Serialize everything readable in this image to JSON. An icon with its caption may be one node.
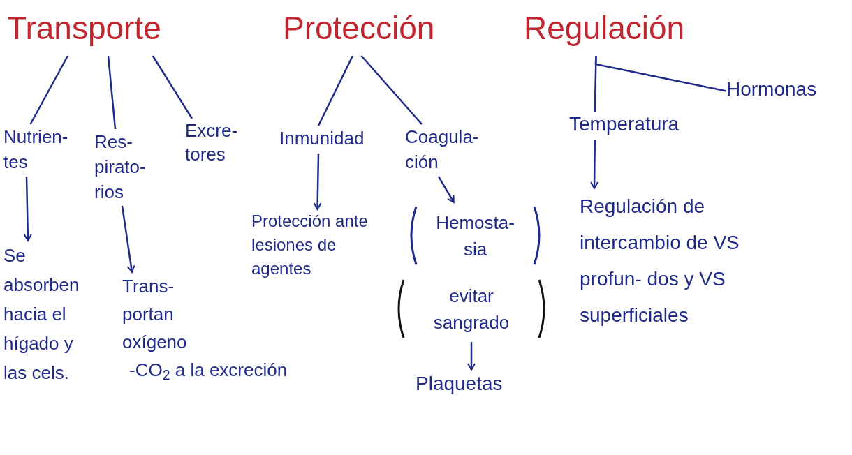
{
  "diagram": {
    "nodes": [
      {
        "text": [
          "Transporte"
        ]
      },
      {
        "text": [
          "Protección"
        ]
      },
      {
        "text": [
          "Regulación"
        ]
      },
      {
        "text": [
          "Nutrien- tes"
        ]
      },
      {
        "text": [
          "Res- pirato- rios"
        ]
      },
      {
        "text": [
          "Excre- tores"
        ]
      },
      {
        "text": [
          "Inmunidad"
        ]
      },
      {
        "text": [
          "Coagula- ción"
        ]
      },
      {
        "text": [
          "Temperatura"
        ]
      },
      {
        "text": [
          "Hormonas"
        ]
      },
      {
        "text": [
          "Se absorben hacia el hígado y las cels."
        ]
      },
      {
        "text": [
          "Trans- portan oxígeno",
          "-CO$_{2}$ a la excreción"
        ]
      },
      {
        "text": [
          "Protección ante lesiones de agentes"
        ]
      },
      {
        "text": [
          "Hemosta- sia"
        ]
      },
      {
        "text": [
          "evitar sangrado"
        ]
      },
      {
        "text": [
          "Plaquetas"
        ]
      },
      {
        "text": [
          "Regulación de intercambio de VS profun- dos y VS superficiales"
        ]
      }
    ],
    "edges": [
      {
        "from": 0,
        "to": 3,
        "arrow": "none"
      },
      {
        "from": 0,
        "to": 4,
        "arrow": "none"
      },
      {
        "from": 0,
        "to": 5,
        "arrow": "none"
      },
      {
        "from": 1,
        "to": 6,
        "arrow": "none"
      },
      {
        "from": 1,
        "to": 7,
        "arrow": "none"
      },
      {
        "from": 2,
        "to": 8,
        "arrow": "none"
      },
      {
        "from": 2,
        "to": 9,
        "arrow": "none"
      },
      {
        "from": 3,
        "to": 10,
        "arrow": "to"
      },
      {
        "from": 4,
        "to": 11,
        "arrow": "to"
      },
      {
        "from": 6,
        "to": 12,
        "arrow": "to"
      },
      {
        "from": 7,
        "to": 13,
        "arrow": "to"
      },
      {
        "from": 8,
        "to": 16,
        "arrow": "to"
      },
      {
        "from": 14,
        "to": 15,
        "arrow": "to"
      }
    ]
  }
}
